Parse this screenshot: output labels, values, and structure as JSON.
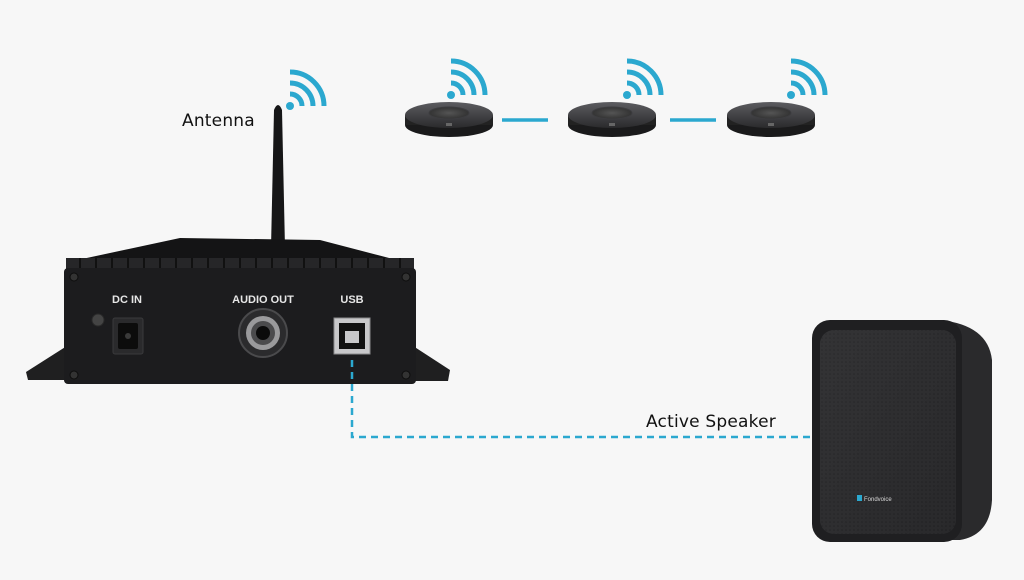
{
  "labels": {
    "antenna": "Antenna",
    "active_speaker": "Active Speaker"
  },
  "device": {
    "ports": {
      "dc_in": "DC IN",
      "audio_out": "AUDIO OUT",
      "usb": "USB"
    }
  },
  "speaker_brand": "Fondvoice",
  "pods_count": 3,
  "colors": {
    "accent": "#2ba8cf",
    "background": "#f7f7f7",
    "device_body": "#1c1c1e",
    "port_text": "#e6e6e6"
  },
  "icons": [
    "wifi-icon",
    "microphone-pod",
    "usb-b-port",
    "audio-jack",
    "dc-jack"
  ]
}
